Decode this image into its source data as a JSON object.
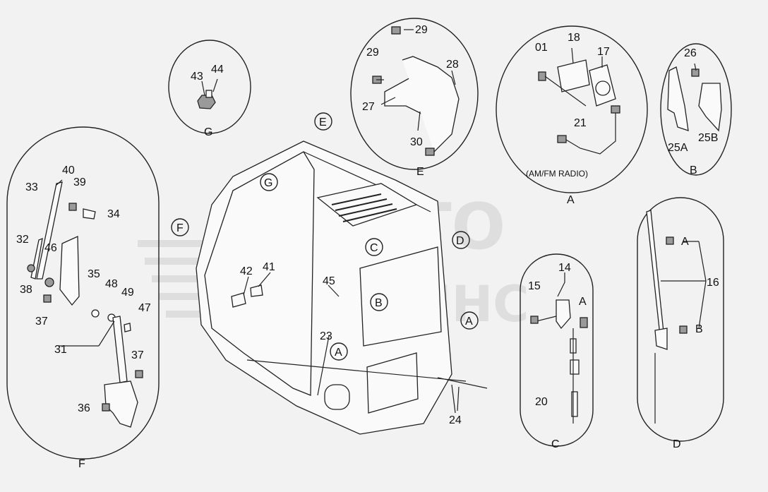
{
  "watermark": {
    "line1": "АВТО",
    "line2": "АЛЬЯНС"
  },
  "callouts": {
    "G": {
      "letter": "G",
      "parts": [
        "43",
        "44"
      ]
    },
    "E": {
      "letter": "E",
      "parts": [
        "29a",
        "29b",
        "27",
        "28",
        "30"
      ]
    },
    "A": {
      "letter": "A",
      "caption": "(AM/FM RADIO)"
    },
    "B": {
      "letter": "B"
    },
    "C": {
      "letter": "C"
    },
    "D": {
      "letter": "D"
    },
    "F": {
      "letter": "F"
    }
  },
  "part_numbers": {
    "p43": "43",
    "p44": "44",
    "p29a": "29",
    "p29b": "29",
    "p27": "27",
    "p28": "28",
    "p30": "30",
    "p01": "01",
    "p18": "18",
    "p17": "17",
    "p21": "21",
    "p26": "26",
    "p25A": "25A",
    "p25B": "25B",
    "p40": "40",
    "p33": "33",
    "p39": "39",
    "p34": "34",
    "p32": "32",
    "p46": "46",
    "p38": "38",
    "p35": "35",
    "p48": "48",
    "p49": "49",
    "p47": "47",
    "p37a": "37",
    "p31": "31",
    "p37b": "37",
    "p36": "36",
    "p42": "42",
    "p41": "41",
    "p45": "45",
    "p23": "23",
    "p24": "24",
    "p14": "14",
    "p15": "15",
    "p20": "20",
    "p16": "16"
  },
  "markers": {
    "E": "E",
    "G": "G",
    "F": "F",
    "C": "C",
    "D": "D",
    "B": "B",
    "A1": "A",
    "A2": "A",
    "C_A": "A",
    "D_A": "A",
    "D_B": "B"
  }
}
